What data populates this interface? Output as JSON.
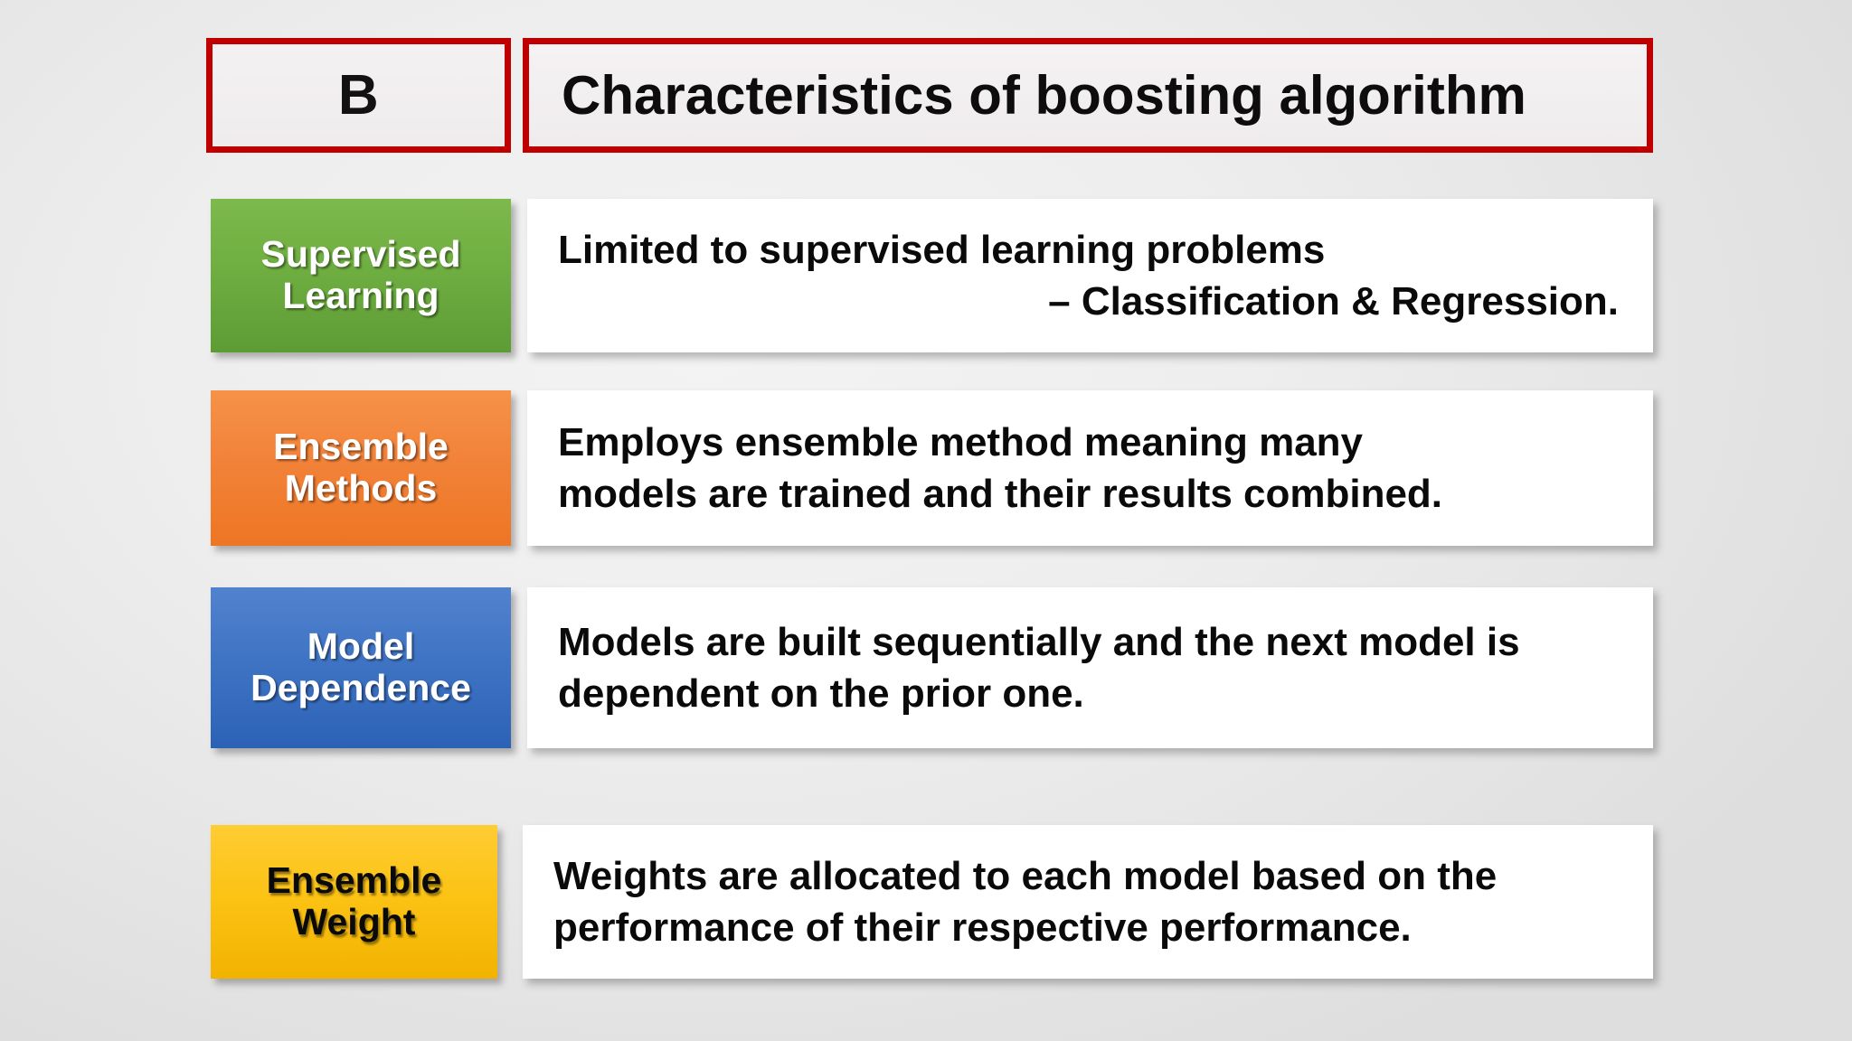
{
  "header": {
    "letter": "B",
    "title": "Characteristics of boosting algorithm",
    "border_color": "#c00000"
  },
  "rows": [
    {
      "label_lines": [
        "Supervised",
        "Learning"
      ],
      "label_bg_top": "#7db94c",
      "label_bg_bottom": "#5d9c35",
      "label_text_color": "#ffffff",
      "content_lines": [
        "Limited to supervised learning problems",
        "– Classification & Regression."
      ],
      "content_align": [
        "left",
        "right"
      ]
    },
    {
      "label_lines": [
        "Ensemble",
        "Methods"
      ],
      "label_bg_top": "#f69248",
      "label_bg_bottom": "#ed7623",
      "label_text_color": "#ffffff",
      "content_lines": [
        "Employs ensemble method meaning many",
        "models are trained and their results combined."
      ],
      "content_align": [
        "left",
        "left"
      ]
    },
    {
      "label_lines": [
        "Model",
        "Dependence"
      ],
      "label_bg_top": "#5182cf",
      "label_bg_bottom": "#2c62b6",
      "label_text_color": "#ffffff",
      "content_lines": [
        "Models are built sequentially and the next model is",
        "dependent on the prior one."
      ],
      "content_align": [
        "left",
        "left"
      ]
    },
    {
      "label_lines": [
        "Ensemble",
        "Weight"
      ],
      "label_bg_top": "#ffcc33",
      "label_bg_bottom": "#f2b300",
      "label_text_color": "#0a0a0a",
      "content_lines": [
        "Weights are allocated to each model based on the",
        "performance of their respective performance."
      ],
      "content_align": [
        "left",
        "left"
      ]
    }
  ]
}
